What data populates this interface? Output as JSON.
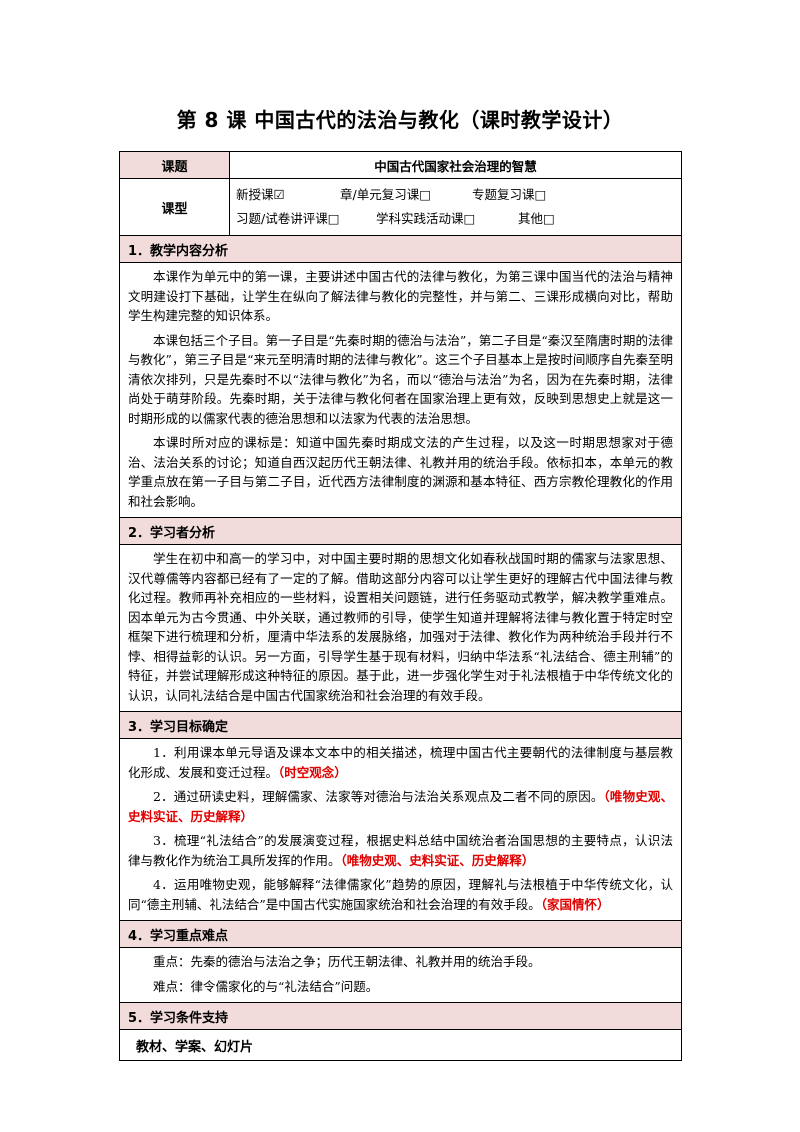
{
  "title": "第 8 课  中国古代的法治与教化（课时教学设计）",
  "header": {
    "topic_label": "课题",
    "topic_value": "中国古代国家社会治理的智慧",
    "type_label": "课型",
    "types_line1": [
      "新授课☑",
      "章/单元复习课□",
      "专题复习课□"
    ],
    "types_line2": [
      "习题/试卷讲评课□",
      "学科实践活动课□",
      "其他□"
    ]
  },
  "sections": {
    "s1": {
      "heading": "1．教学内容分析",
      "paragraphs": [
        "本课作为单元中的第一课，主要讲述中国古代的法律与教化，为第三课中国当代的法治与精神文明建设打下基础，让学生在纵向了解法律与教化的完整性，并与第二、三课形成横向对比，帮助学生构建完整的知识体系。",
        "本课包括三个子目。第一子目是“先秦时期的德治与法治”，第二子目是“秦汉至隋唐时期的法律与教化”，第三子目是“来元至明清时期的法律与教化”。这三个子目基本上是按时间顺序自先秦至明清依次排列，只是先秦时不以“法律与教化”为名，而以“德治与法治”为名，因为在先秦时期，法律尚处于萌芽阶段。先秦时期，关于法律与教化何者在国家治理上更有效，反映到思想史上就是这一时期形成的以儒家代表的德治思想和以法家为代表的法治思想。",
        "本课时所对应的课标是：知道中国先秦时期成文法的产生过程，以及这一时期思想家对于德治、法治关系的讨论；知道自西汉起历代王朝法律、礼教并用的统治手段。依标扣本，本单元的教学重点放在第一子目与第二子目，近代西方法律制度的渊源和基本特征、西方宗教伦理教化的作用和社会影响。"
      ]
    },
    "s2": {
      "heading": "2．学习者分析",
      "paragraphs": [
        "学生在初中和高一的学习中，对中国主要时期的思想文化如春秋战国时期的儒家与法家思想、汉代尊儒等内容都已经有了一定的了解。借助这部分内容可以让学生更好的理解古代中国法律与教化过程。教师再补充相应的一些材料，设置相关问题链，进行任务驱动式教学，解决教学重难点。因本单元为古今贯通、中外关联，通过教师的引导，使学生知道并理解将法律与教化置于特定时空框架下进行梳理和分析，厘清中华法系的发展脉络，加强对于法律、教化作为两种统治手段并行不悖、相得益彰的认识。另一方面，引导学生基于现有材料，归纳中华法系“礼法结合、德主刑辅”的特征，并尝试理解形成这种特征的原因。基于此，进一步强化学生对于礼法根植于中华传统文化的认识，认同礼法结合是中国古代国家统治和社会治理的有效手段。"
      ]
    },
    "s3": {
      "heading": "3．学习目标确定",
      "goals": [
        {
          "text": "1．利用课本单元导语及课本文本中的相关描述，梳理中国古代主要朝代的法律制度与基层教化形成、发展和变迁过程。",
          "tag": "（时空观念）"
        },
        {
          "text": "2．通过研读史料，理解儒家、法家等对德治与法治关系观点及二者不同的原因。",
          "tag": "（唯物史观、史料实证、历史解释）"
        },
        {
          "text": "3．梳理“礼法结合”的发展演变过程，根据史料总结中国统治者治国思想的主要特点，认识法律与教化作为统治工具所发挥的作用。",
          "tag": "（唯物史观、史料实证、历史解释）"
        },
        {
          "text": "4．运用唯物史观，能够解释“法律儒家化”趋势的原因，理解礼与法根植于中华传统文化，认同“德主刑辅、礼法结合”是中国古代实施国家统治和社会治理的有效手段。",
          "tag": "（家国情怀）"
        }
      ]
    },
    "s4": {
      "heading": "4．学习重点难点",
      "paragraphs": [
        "重点：先秦的德治与法治之争；历代王朝法律、礼教并用的统治手段。",
        "难点：律令儒家化的与“礼法结合”问题。"
      ]
    },
    "s5": {
      "heading": "5．学习条件支持",
      "materials": "教材、学案、幻灯片"
    }
  },
  "colors": {
    "section_bg": "#f2dcdb",
    "tag_red": "#e00000"
  }
}
